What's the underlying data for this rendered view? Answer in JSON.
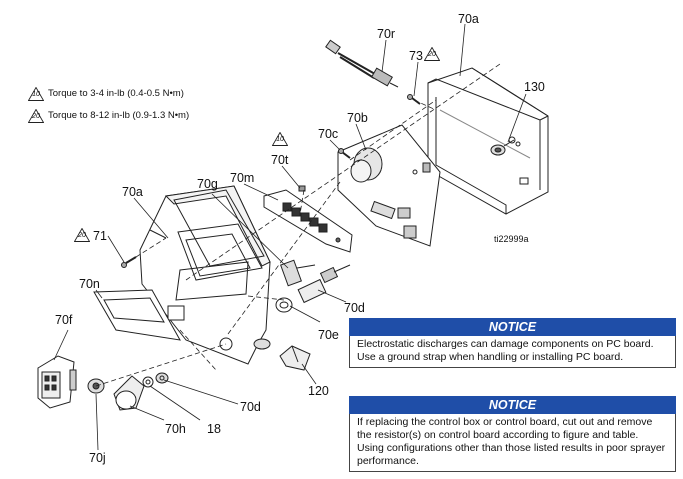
{
  "legend": [
    {
      "number": "10",
      "text": "Torque to 3-4 in-lb (0.4-0.5 N•m)"
    },
    {
      "number": "20",
      "text": "Torque to 8-12 in-lb (0.9-1.3 N•m)"
    }
  ],
  "callouts": {
    "c70a_top": "70a",
    "c70r": "70r",
    "c73": "73",
    "c130": "130",
    "c70b": "70b",
    "c70c": "70c",
    "c70t": "70t",
    "c70m": "70m",
    "c70g": "70g",
    "c70a_left": "70a",
    "c71": "71",
    "c70n": "70n",
    "c70f": "70f",
    "c70d_right": "70d",
    "c70e": "70e",
    "c120": "120",
    "c70d_bottom": "70d",
    "c18": "18",
    "c70h": "70h",
    "c70j": "70j"
  },
  "torque_marks": {
    "t73": "20",
    "t70t": "10",
    "t71": "20"
  },
  "figure_id": "ti22999a",
  "notices": [
    {
      "title": "NOTICE",
      "text": "Electrostatic discharges can damage components on PC board. Use a ground strap when handling or installing PC board."
    },
    {
      "title": "NOTICE",
      "text": "If replacing the control box or control board, cut out and remove the resistor(s) on control board according to figure and table. Using configurations other than those listed results in poor sprayer performance."
    }
  ]
}
